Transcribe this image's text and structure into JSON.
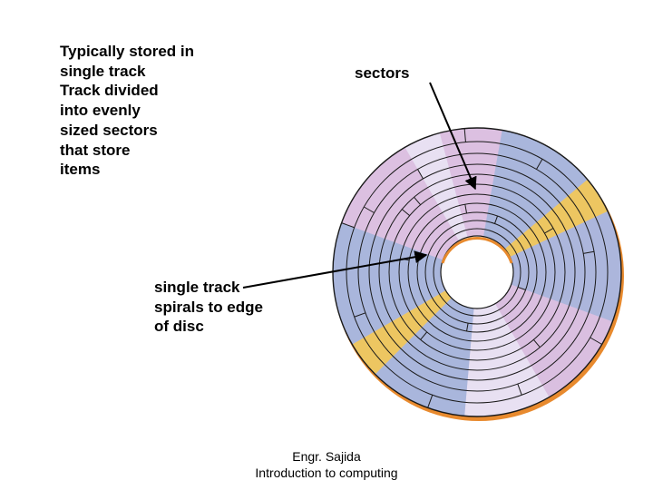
{
  "intro_text": {
    "lines": [
      "Typically stored in",
      "single track",
      "Track divided",
      "into evenly",
      "sized sectors",
      "that store",
      "items"
    ]
  },
  "labels": {
    "sectors": "sectors",
    "single_track": [
      "single track",
      "spirals to edge",
      "of disc"
    ]
  },
  "footer": {
    "author": "Engr. Sajida",
    "course": "Introduction to computing"
  },
  "colors": {
    "disc_blue": "#a9b6dc",
    "disc_pink": "#dcc0e0",
    "disc_yellow": "#f2c84a",
    "disc_rim": "#e88a2e",
    "track_line": "#1a1a1a"
  }
}
